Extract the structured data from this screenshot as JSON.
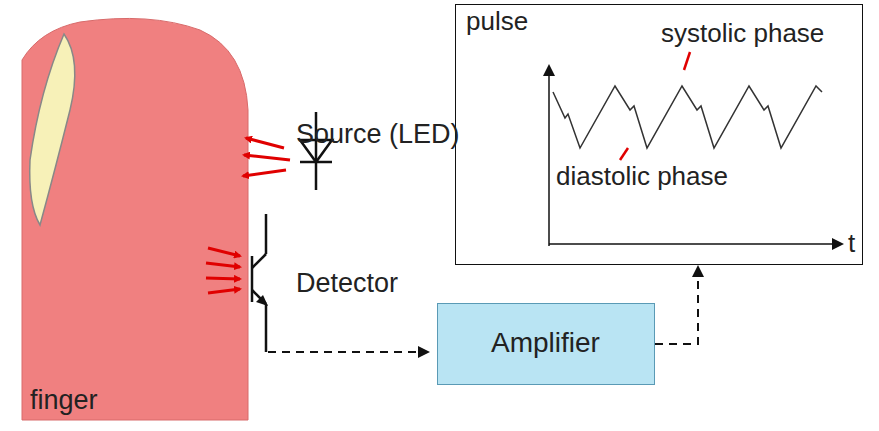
{
  "diagram": {
    "nodes": [
      {
        "text": [
          "pulse",
          "systolic phase",
          "diastolic phase",
          "t"
        ]
      },
      {
        "text": [
          "Amplifier"
        ]
      }
    ],
    "edges": [
      {
        "from": 1,
        "to": 0,
        "arrow": "to"
      }
    ],
    "labels": [
      "Source (LED)",
      "Detector",
      "finger"
    ]
  }
}
